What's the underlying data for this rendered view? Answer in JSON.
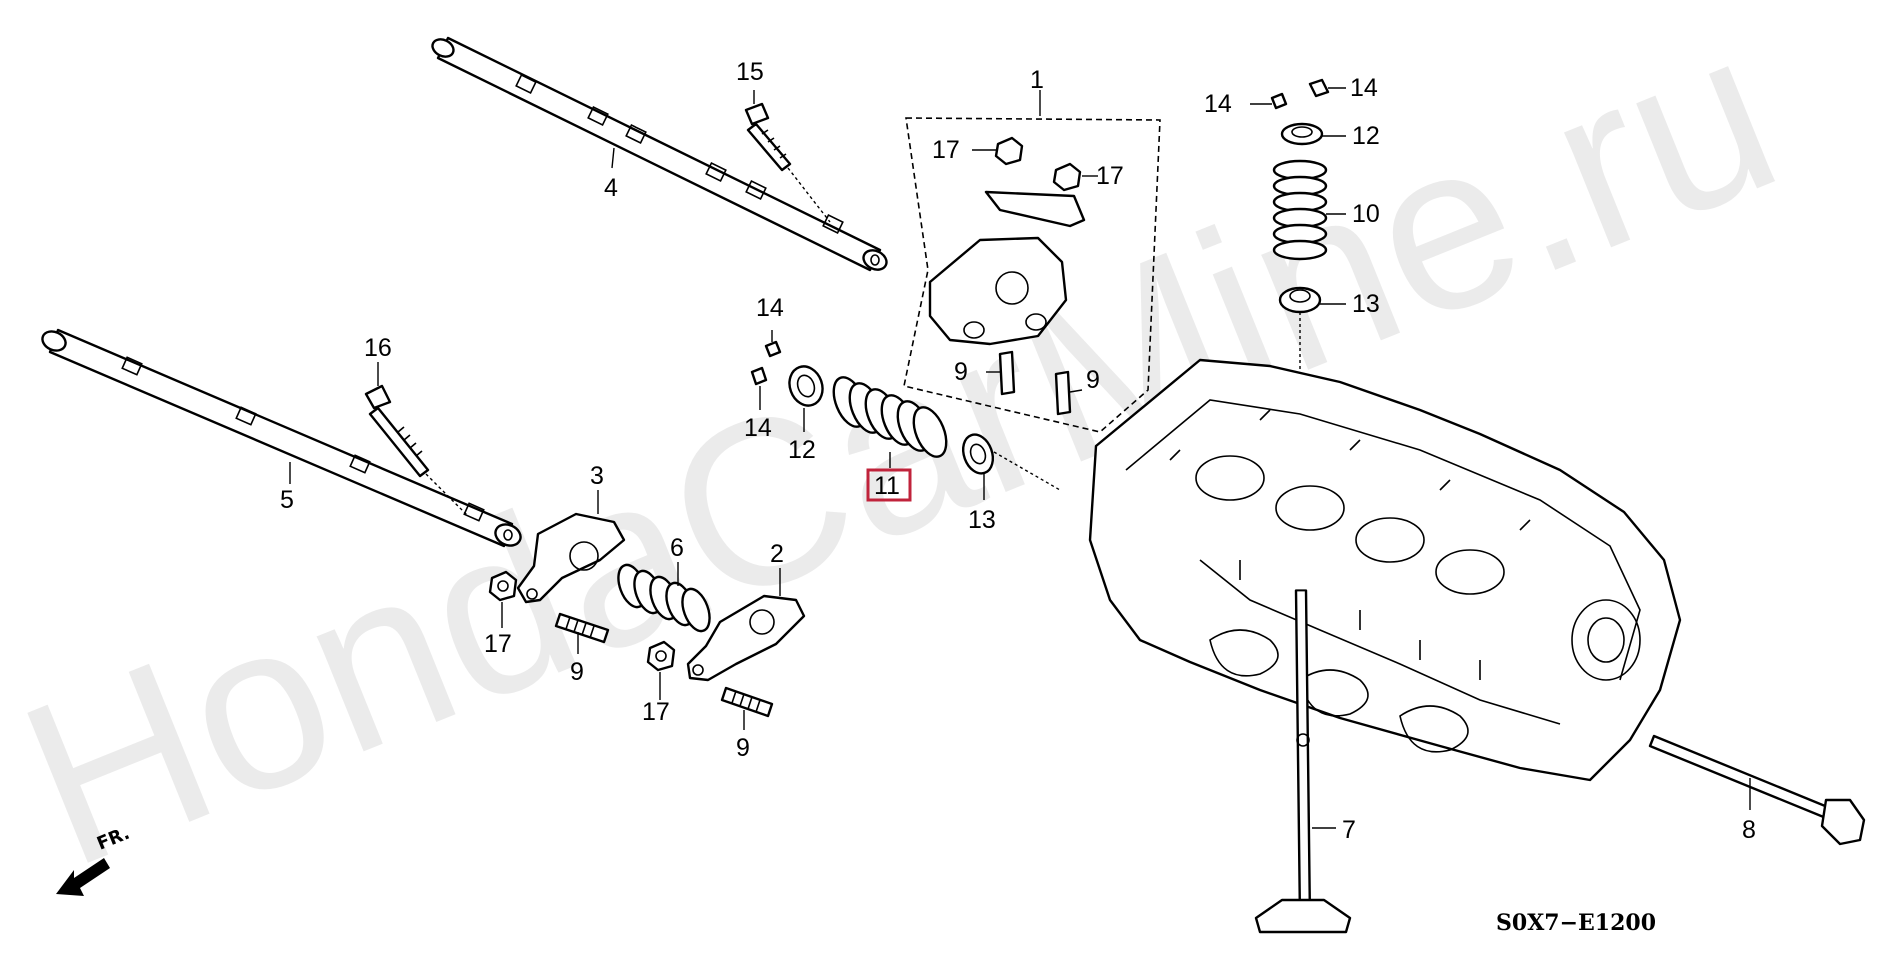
{
  "diagram": {
    "code": "S0X7−E1200",
    "front_indicator": "FR.",
    "watermark": "HondaCarMine.ru",
    "highlight_color": "#c0233b",
    "highlighted_callout": "11",
    "callouts": {
      "c1": "1",
      "c2": "2",
      "c3": "3",
      "c4": "4",
      "c5": "5",
      "c6": "6",
      "c7": "7",
      "c8": "8",
      "c9_a": "9",
      "c9_b": "9",
      "c9_c": "9",
      "c9_d": "9",
      "c10": "10",
      "c11": "11",
      "c12_a": "12",
      "c12_b": "12",
      "c13_a": "13",
      "c13_b": "13",
      "c14_a": "14",
      "c14_b": "14",
      "c14_c": "14",
      "c14_d": "14",
      "c15": "15",
      "c16": "16",
      "c17_a": "17",
      "c17_b": "17",
      "c17_c": "17",
      "c17_d": "17"
    }
  }
}
